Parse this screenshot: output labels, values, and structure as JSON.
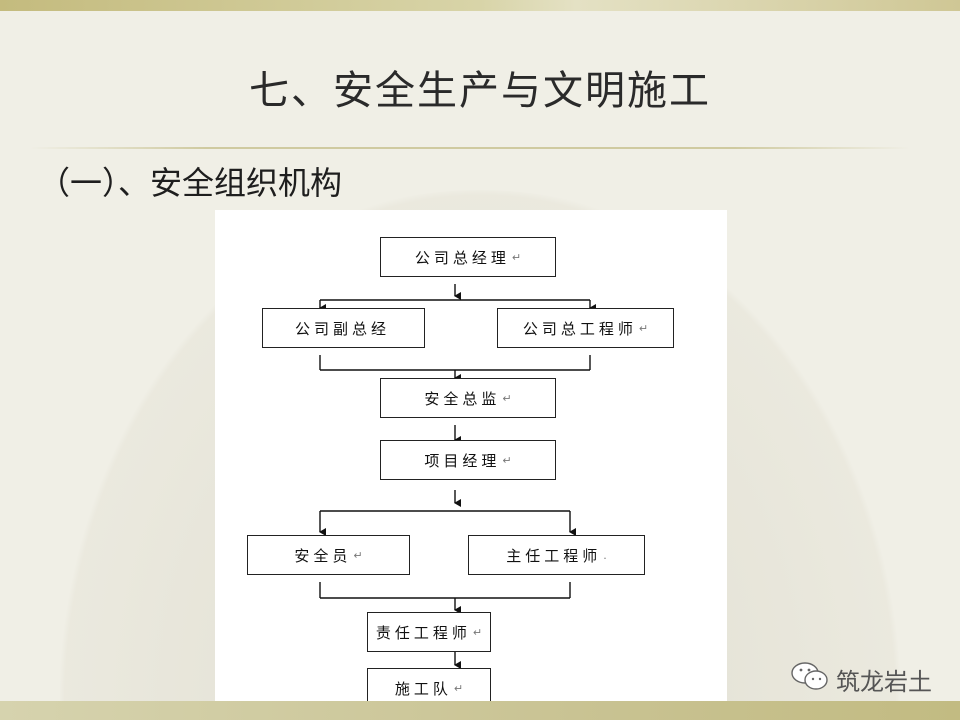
{
  "slide": {
    "title": "七、安全生产与文明施工",
    "subtitle": "（一）、安全组织机构"
  },
  "org_chart": {
    "nodes": [
      {
        "id": "gm",
        "label": "公司总经理",
        "mark": "↵"
      },
      {
        "id": "vgm",
        "label": "公司副总经",
        "mark": ""
      },
      {
        "id": "chief_eng",
        "label": "公司总工程师",
        "mark": "↵"
      },
      {
        "id": "safety_director",
        "label": "安全总监",
        "mark": "↵"
      },
      {
        "id": "pm",
        "label": "项目经理",
        "mark": "↵"
      },
      {
        "id": "safety_officer",
        "label": "安全员",
        "mark": "↵"
      },
      {
        "id": "lead_eng",
        "label": "主任工程师",
        "mark": "."
      },
      {
        "id": "resp_eng",
        "label": "责任工程师",
        "mark": "↵"
      },
      {
        "id": "crew",
        "label": "施工队",
        "mark": "↵"
      }
    ],
    "edges": [
      [
        "gm",
        "vgm"
      ],
      [
        "gm",
        "chief_eng"
      ],
      [
        "vgm",
        "safety_director"
      ],
      [
        "chief_eng",
        "safety_director"
      ],
      [
        "safety_director",
        "pm"
      ],
      [
        "pm",
        "safety_officer"
      ],
      [
        "pm",
        "lead_eng"
      ],
      [
        "safety_officer",
        "resp_eng"
      ],
      [
        "lead_eng",
        "resp_eng"
      ],
      [
        "resp_eng",
        "crew"
      ]
    ]
  },
  "watermark": {
    "icon": "wechat-icon",
    "text": "筑龙岩土"
  }
}
